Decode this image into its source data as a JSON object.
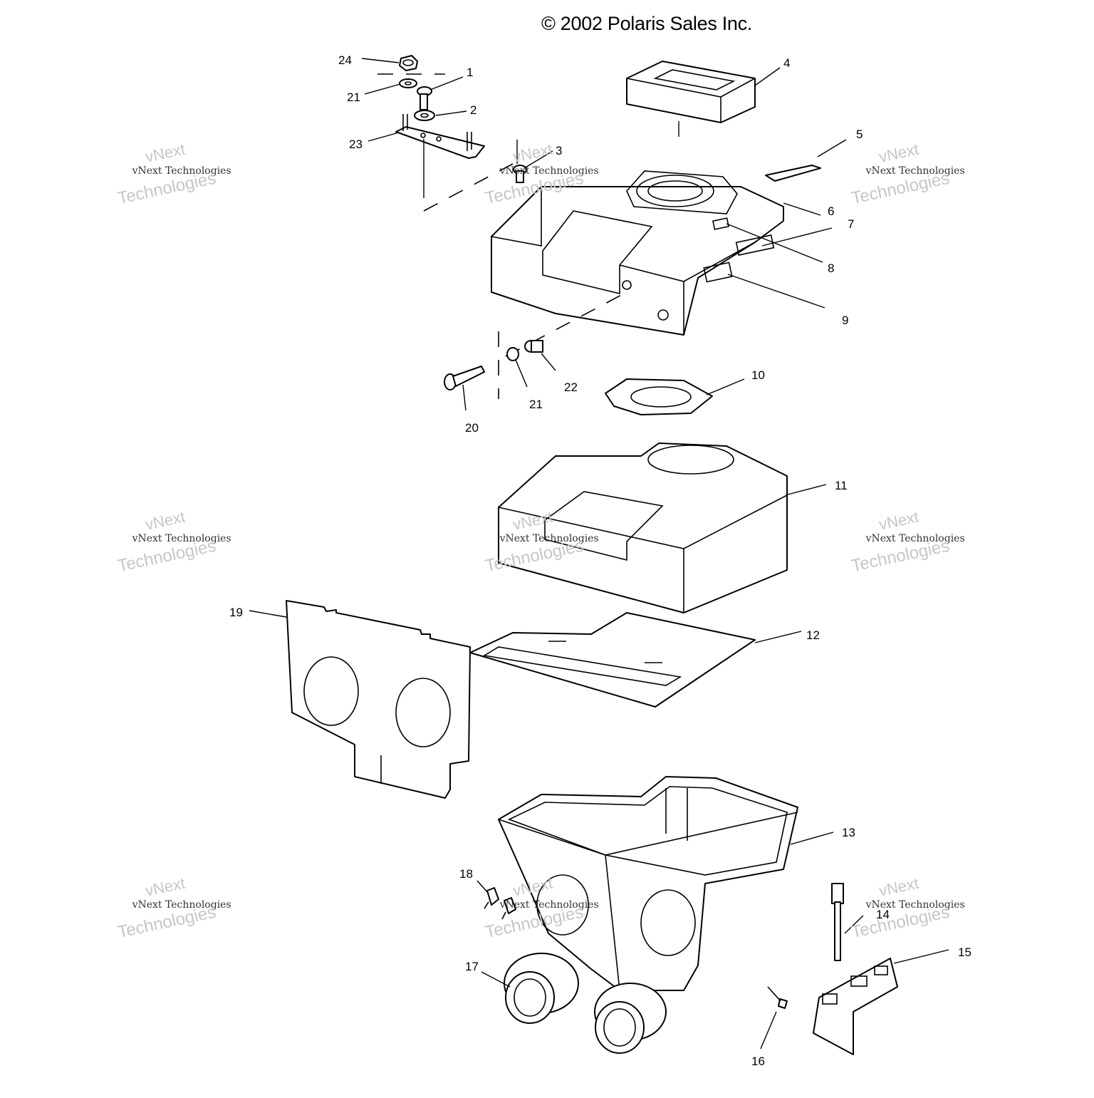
{
  "header": {
    "copyright": "© 2002 Polaris Sales Inc."
  },
  "watermark": {
    "line1": "vNext",
    "line2": "vNext Technologies",
    "line3": "Technologies"
  },
  "callouts": [
    "24",
    "1",
    "21",
    "2",
    "23",
    "3",
    "4",
    "5",
    "6",
    "7",
    "8",
    "9",
    "10",
    "22",
    "21",
    "20",
    "11",
    "19",
    "12",
    "13",
    "18",
    "14",
    "15",
    "17",
    "16"
  ],
  "colors": {
    "ink": "#000000",
    "paper": "#ffffff",
    "watermark": "#c6c6c6"
  }
}
